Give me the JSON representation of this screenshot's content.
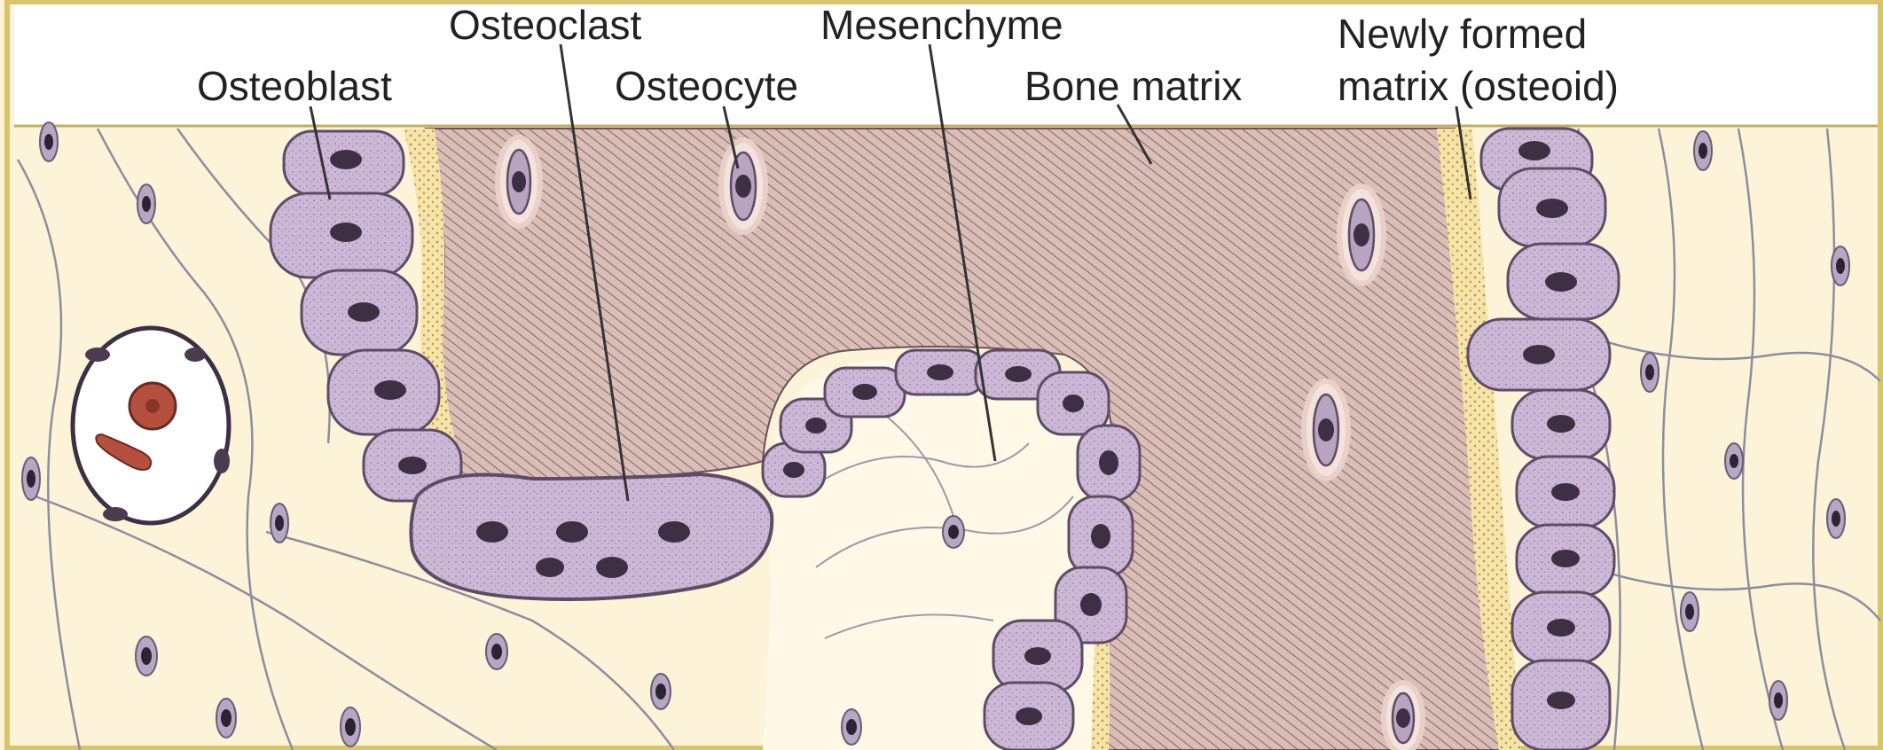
{
  "labels": {
    "osteoblast": "Osteoblast",
    "osteoclast": "Osteoclast",
    "osteocyte": "Osteocyte",
    "mesenchyme": "Mesenchyme",
    "bone_matrix": "Bone matrix",
    "newly_formed_line1": "Newly formed",
    "newly_formed_line2": "matrix (osteoid)"
  },
  "colors": {
    "background": "#fdf3d9",
    "header": "#ffffff",
    "border": "#d8c56a",
    "bone_matrix": "#d3b6b0",
    "osteoid": "#f4dfa0",
    "cell": "#cdb7d6",
    "cell_outline": "#5e4b66",
    "nucleus": "#3d2f44",
    "vessel": "#ffffff",
    "rbc": "#b5503f"
  }
}
